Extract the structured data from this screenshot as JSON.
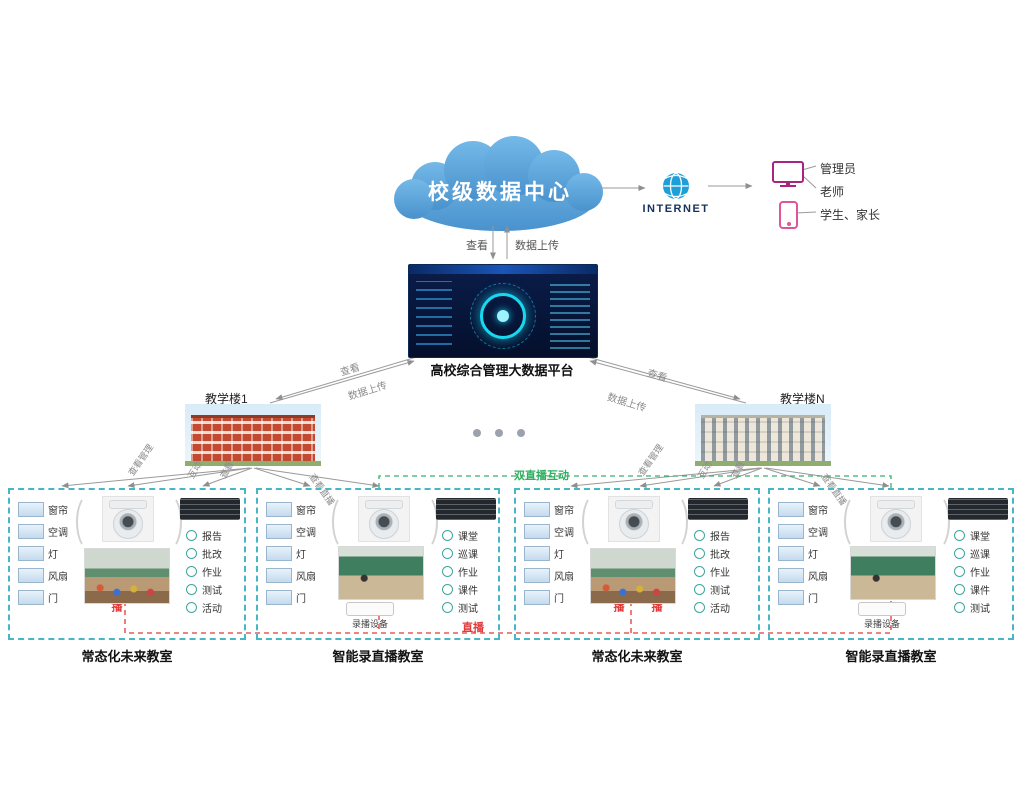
{
  "cloud": {
    "label": "校级数据中心"
  },
  "internet": {
    "label": "INTERNET"
  },
  "users": {
    "admin": "管理员",
    "teacher": "老师",
    "student_parent": "学生、家长"
  },
  "flows": {
    "view": "查看",
    "upload": "数据上传"
  },
  "platform": {
    "caption": "高校综合管理大数据平台"
  },
  "buildings": {
    "left": "教学楼1",
    "right": "教学楼N"
  },
  "fan_labels": {
    "left": [
      "查看管理",
      "互动",
      "查看",
      "查看直播"
    ],
    "right": [
      "查看管理",
      "互动",
      "查看",
      "查看直播"
    ]
  },
  "connections": {
    "dual_live": "双直播互动",
    "live": "直播"
  },
  "colors": {
    "cloud": "#57a5dc",
    "dashed_border": "#49b6c6",
    "live_red": "#e03a3a",
    "dual_green": "#2fae5f"
  },
  "groups": [
    {
      "caption": "常态化未来教室",
      "devices": [
        "窗帘",
        "空调",
        "灯",
        "风扇",
        "门"
      ],
      "functions": [
        "报告",
        "批改",
        "作业",
        "测试",
        "活动"
      ]
    },
    {
      "caption": "智能录直播教室",
      "devices": [
        "窗帘",
        "空调",
        "灯",
        "风扇",
        "门"
      ],
      "functions": [
        "课堂",
        "巡课",
        "作业",
        "课件",
        "测试"
      ],
      "recorder": "录播设备"
    },
    {
      "caption": "常态化未来教室",
      "devices": [
        "窗帘",
        "空调",
        "灯",
        "风扇",
        "门"
      ],
      "functions": [
        "报告",
        "批改",
        "作业",
        "测试",
        "活动"
      ]
    },
    {
      "caption": "智能录直播教室",
      "devices": [
        "窗帘",
        "空调",
        "灯",
        "风扇",
        "门"
      ],
      "functions": [
        "课堂",
        "巡课",
        "作业",
        "课件",
        "测试"
      ],
      "recorder": "录播设备"
    }
  ]
}
